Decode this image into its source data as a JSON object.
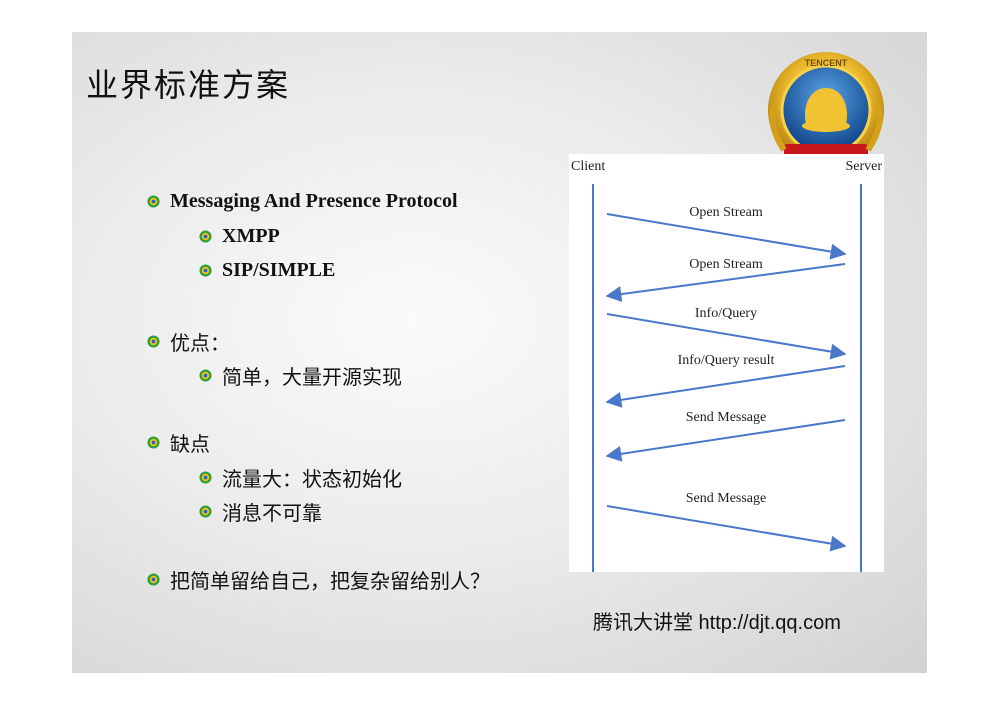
{
  "slide": {
    "title": "业界标准方案",
    "bullets": {
      "protocol": "Messaging And Presence Protocol",
      "xmpp": "XMPP",
      "sip": "SIP/SIMPLE",
      "pros": "优点：",
      "pros_item": "简单，大量开源实现",
      "cons": "缺点",
      "cons_item1": "流量大：状态初始化",
      "cons_item2": "消息不可靠",
      "question": "把简单留给自己，把复杂留给别人？"
    },
    "logo_text": "TENCENT",
    "footer": "腾讯大讲堂 http://djt.qq.com"
  },
  "diagram": {
    "client_label": "Client",
    "server_label": "Server",
    "messages": [
      {
        "label": "Open Stream",
        "direction": "client-to-server"
      },
      {
        "label": "Open Stream",
        "direction": "server-to-client"
      },
      {
        "label": "Info/Query",
        "direction": "client-to-server"
      },
      {
        "label": "Info/Query result",
        "direction": "server-to-client"
      },
      {
        "label": "Send Message",
        "direction": "server-to-client"
      },
      {
        "label": "Send Message",
        "direction": "client-to-server"
      }
    ],
    "arrow_color": "#4a78c8"
  }
}
